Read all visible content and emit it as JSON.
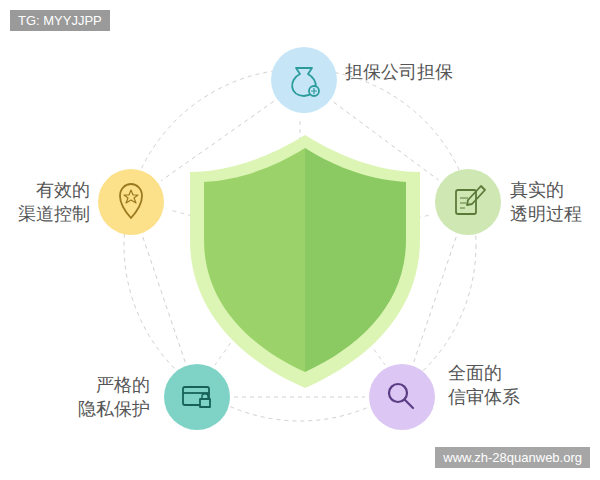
{
  "diagram": {
    "nodes": [
      {
        "text": [
          "担保公司担保"
        ]
      },
      {
        "text": [
          "有效的 渠道控制"
        ]
      },
      {
        "text": [
          "真实的 透明过程"
        ]
      },
      {
        "text": [
          "严格的 隐私保护"
        ]
      },
      {
        "text": [
          "全面的 信审体系"
        ]
      }
    ],
    "edges": [
      {
        "from": 0,
        "to": 1,
        "arrow": "none"
      },
      {
        "from": 0,
        "to": 2,
        "arrow": "none"
      },
      {
        "from": 1,
        "to": 3,
        "arrow": "none"
      },
      {
        "from": 2,
        "to": 4,
        "arrow": "none"
      },
      {
        "from": 3,
        "to": 4,
        "arrow": "none"
      }
    ],
    "labels": [
      "TG: MYYJJPP",
      "www.zh-28quanweb.org"
    ]
  }
}
